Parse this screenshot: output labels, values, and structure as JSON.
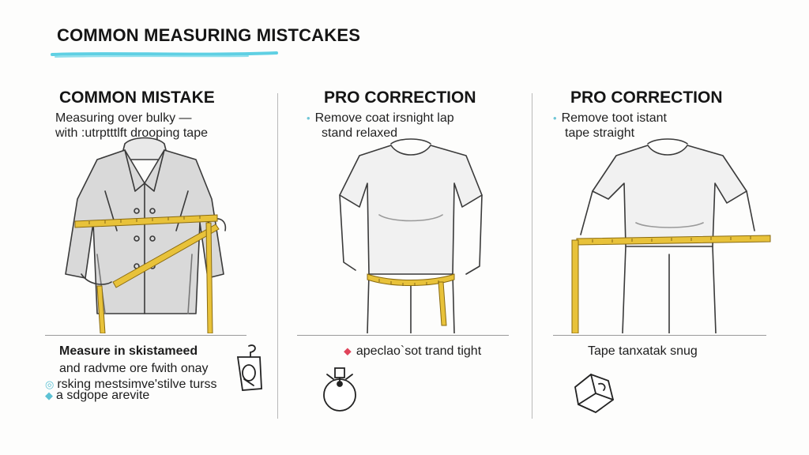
{
  "title": "COMMON MEASURING MISTCAKES",
  "colors": {
    "accent_cyan": "#5fd0e3",
    "tape_yellow": "#e8c23a",
    "pin_red": "#e0435a",
    "divider": "#b9b9b9"
  },
  "columns": [
    {
      "heading": "COMMON MISTAKE",
      "caption": [
        "Measuring over bulky —",
        "with :utrptttlft drooping tape"
      ],
      "notes": [
        "Measure in skistameed",
        "and radvme ore fwith onay",
        "rsking mestsimve'stilve turss",
        "a sdgope arevite"
      ]
    },
    {
      "heading": "PRO CORRECTION",
      "caption": [
        "Remove coat irsnight lap",
        "stand relaxed"
      ],
      "notes": [
        "apeclao`sot trand tight"
      ]
    },
    {
      "heading": "PRO CORRECTION",
      "caption": [
        "Remove toot istant",
        "tape straight"
      ],
      "notes": [
        "Tape tanxatak snug"
      ]
    }
  ],
  "icons": [
    "coat-person-icon",
    "tshirt-person-icon",
    "teeshirt-person-icon",
    "measuring-tape-icon",
    "hanger-icon",
    "stopwatch-icon",
    "tape-roll-icon",
    "location-pin-icon"
  ]
}
